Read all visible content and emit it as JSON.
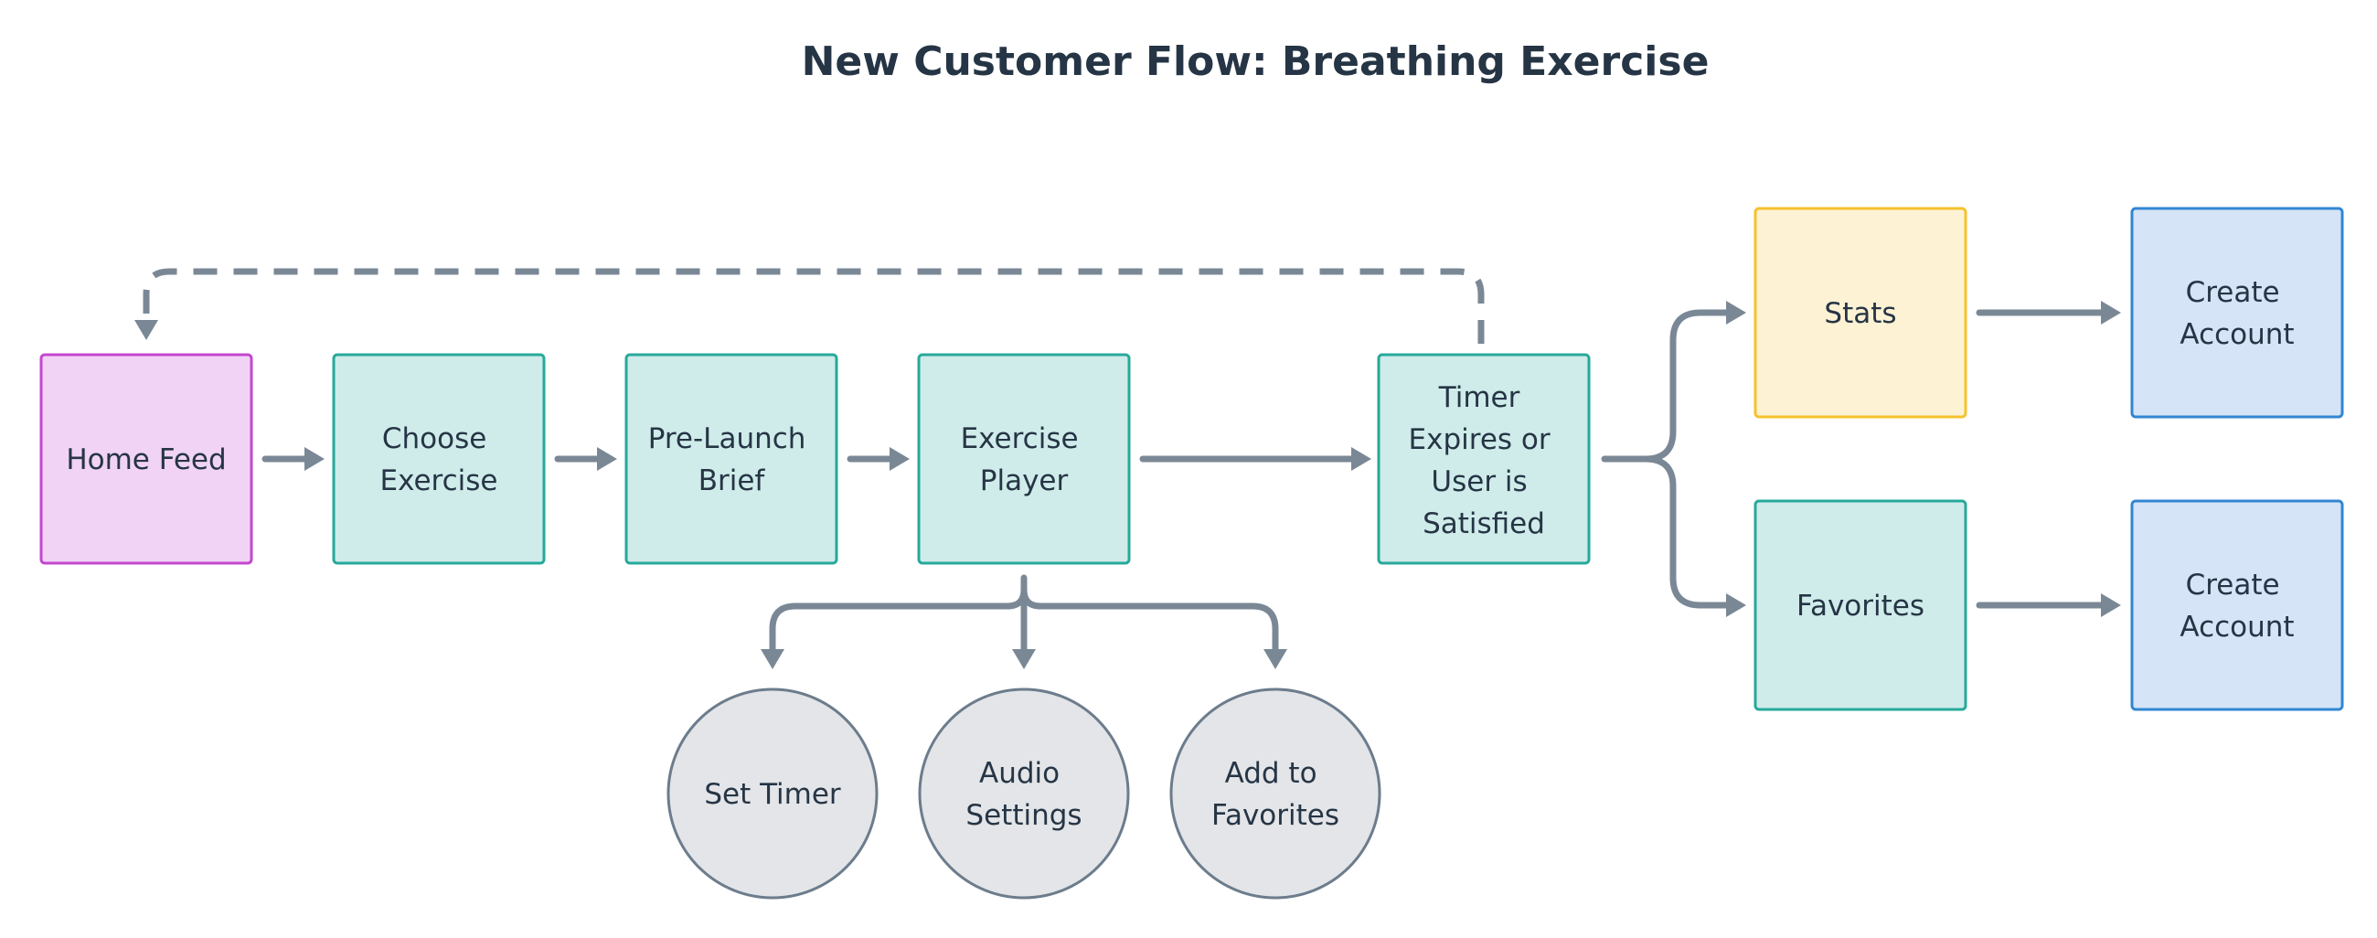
{
  "title": "New Customer Flow: Breathing Exercise",
  "colors": {
    "edge": "#7a8896",
    "text": "#263545",
    "home_fill": "#f1d3f5",
    "home_stroke": "#c447cf",
    "step_fill": "#cfecea",
    "step_stroke": "#26a99a",
    "stats_fill": "#fdf2d3",
    "stats_stroke": "#f4c22e",
    "account_fill": "#d5e4f6",
    "account_stroke": "#3286d3",
    "option_fill": "#e3e5e8",
    "option_stroke": "#6c7c8c"
  },
  "nodes": {
    "home_feed": {
      "lines": [
        "Home Feed"
      ],
      "kind": "home"
    },
    "choose_exercise": {
      "lines": [
        "Choose",
        "Exercise"
      ],
      "kind": "step"
    },
    "pre_launch_brief": {
      "lines": [
        "Pre-Launch",
        "Brief"
      ],
      "kind": "step"
    },
    "exercise_player": {
      "lines": [
        "Exercise",
        "Player"
      ],
      "kind": "step"
    },
    "timer_expires": {
      "lines": [
        "Timer",
        "Expires or",
        "User is",
        "Satisfied"
      ],
      "kind": "step"
    },
    "stats": {
      "lines": [
        "Stats"
      ],
      "kind": "stats"
    },
    "favorites": {
      "lines": [
        "Favorites"
      ],
      "kind": "step"
    },
    "create_account_1": {
      "lines": [
        "Create",
        "Account"
      ],
      "kind": "account"
    },
    "create_account_2": {
      "lines": [
        "Create",
        "Account"
      ],
      "kind": "account"
    },
    "set_timer": {
      "lines": [
        "Set Timer"
      ],
      "kind": "option"
    },
    "audio_settings": {
      "lines": [
        "Audio",
        "Settings"
      ],
      "kind": "option"
    },
    "add_to_favorites": {
      "lines": [
        "Add to",
        "Favorites"
      ],
      "kind": "option"
    }
  },
  "edges": [
    {
      "from": "home_feed",
      "to": "choose_exercise",
      "style": "solid"
    },
    {
      "from": "choose_exercise",
      "to": "pre_launch_brief",
      "style": "solid"
    },
    {
      "from": "pre_launch_brief",
      "to": "exercise_player",
      "style": "solid"
    },
    {
      "from": "exercise_player",
      "to": "timer_expires",
      "style": "solid"
    },
    {
      "from": "exercise_player",
      "to": "set_timer",
      "style": "solid"
    },
    {
      "from": "exercise_player",
      "to": "audio_settings",
      "style": "solid"
    },
    {
      "from": "exercise_player",
      "to": "add_to_favorites",
      "style": "solid"
    },
    {
      "from": "timer_expires",
      "to": "stats",
      "style": "solid"
    },
    {
      "from": "timer_expires",
      "to": "favorites",
      "style": "solid"
    },
    {
      "from": "timer_expires",
      "to": "home_feed",
      "style": "dashed"
    },
    {
      "from": "stats",
      "to": "create_account_1",
      "style": "solid"
    },
    {
      "from": "favorites",
      "to": "create_account_2",
      "style": "solid"
    }
  ]
}
